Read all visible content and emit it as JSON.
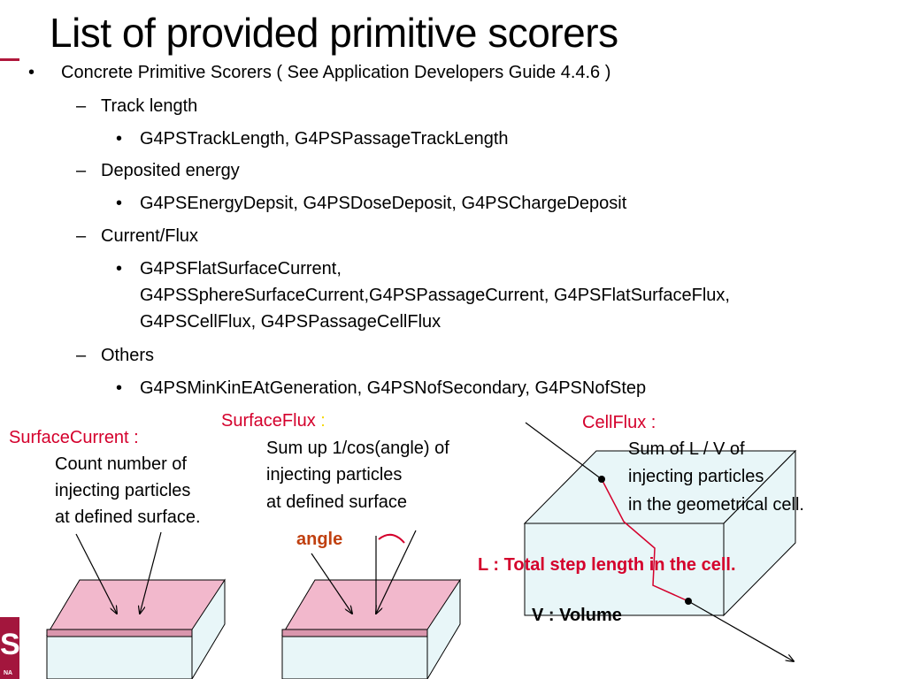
{
  "title": "List of provided primitive scorers",
  "bullets": {
    "main": "Concrete Primitive Scorers  ( See Application Developers Guide 4.4.6 )",
    "sections": [
      {
        "heading": "Track length",
        "item": "G4PSTrackLength, G4PSPassageTrackLength"
      },
      {
        "heading": "Deposited energy",
        "item": "G4PSEnergyDepsit, G4PSDoseDeposit, G4PSChargeDeposit"
      },
      {
        "heading": "Current/Flux",
        "item_lines": [
          "G4PSFlatSurfaceCurrent,",
          "G4PSSphereSurfaceCurrent,G4PSPassageCurrent, G4PSFlatSurfaceFlux,",
          "G4PSCellFlux, G4PSPassageCellFlux"
        ]
      },
      {
        "heading": "Others",
        "item": "G4PSMinKinEAtGeneration, G4PSNofSecondary, G4PSNofStep"
      }
    ]
  },
  "figures": {
    "surface_current": {
      "label": "SurfaceCurrent :",
      "desc": [
        "Count number of",
        "injecting particles",
        "at defined surface."
      ]
    },
    "surface_flux": {
      "label": "SurfaceFlux",
      "colon": ":",
      "desc": [
        "Sum up 1/cos(angle) of",
        "injecting particles",
        "at defined surface"
      ],
      "angle_label": "angle"
    },
    "cell_flux": {
      "label": "CellFlux :",
      "desc": [
        "Sum of  L / V of",
        "injecting particles",
        "in the geometrical cell."
      ],
      "l_def": "L : Total step length in the cell.",
      "v_def": "V : Volume"
    }
  },
  "colors": {
    "accent_red": "#d4002c",
    "yellow": "#f5d800",
    "surface_pink": "#f2b8cc",
    "box_face": "#e8f6f8",
    "path_red": "#d4002c"
  },
  "logo": {
    "letter": "S",
    "caption": "NA"
  }
}
